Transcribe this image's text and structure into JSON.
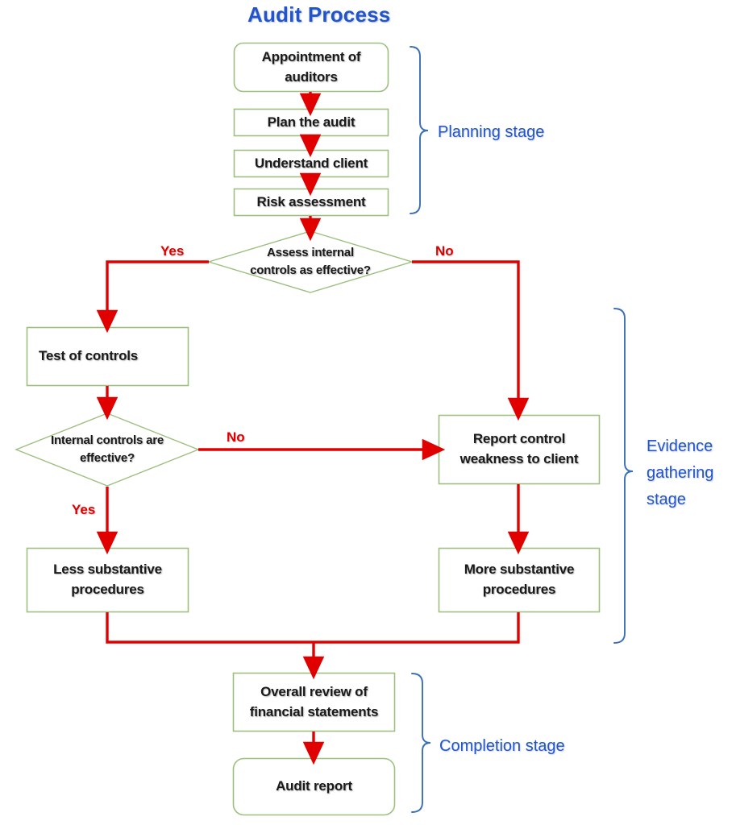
{
  "title": "Audit Process",
  "colors": {
    "node_border": "#9DBF7F",
    "flow_arrow": "#E00000",
    "bracket": "#3A6FB5",
    "accent_text": "#2255CC",
    "branch_text": "#E00000",
    "node_text": "#1A1A1A",
    "background": "#FFFFFF"
  },
  "nodes": {
    "appointment": {
      "label": "Appointment of\nauditors",
      "shape": "rounded-rect"
    },
    "plan": {
      "label": "Plan the audit",
      "shape": "rect"
    },
    "understand": {
      "label": "Understand client",
      "shape": "rect"
    },
    "risk": {
      "label": "Risk assessment",
      "shape": "rect"
    },
    "assess_decision": {
      "label": "Assess internal\ncontrols as effective?",
      "shape": "diamond"
    },
    "test_of_controls": {
      "label": "Test of controls",
      "shape": "rect"
    },
    "internal_decision": {
      "label": "Internal controls are\neffective?",
      "shape": "diamond"
    },
    "report_weakness": {
      "label": "Report control\nweakness to client",
      "shape": "rect"
    },
    "less_substantive": {
      "label": "Less substantive\nprocedures",
      "shape": "rect"
    },
    "more_substantive": {
      "label": "More substantive\nprocedures",
      "shape": "rect"
    },
    "overall_review": {
      "label": "Overall review of\nfinancial statements",
      "shape": "rect"
    },
    "audit_report": {
      "label": "Audit report",
      "shape": "rounded-rect"
    }
  },
  "branch_labels": {
    "assess_yes": "Yes",
    "assess_no": "No",
    "internal_no": "No",
    "internal_yes": "Yes"
  },
  "stages": {
    "planning": "Planning stage",
    "evidence": "Evidence\ngathering\nstage",
    "completion": "Completion stage"
  },
  "chart_data": {
    "type": "flowchart",
    "title": "Audit Process",
    "stages": [
      {
        "name": "Planning stage",
        "steps": [
          "Appointment of auditors",
          "Plan the audit",
          "Understand client",
          "Risk assessment"
        ]
      },
      {
        "name": "Evidence gathering stage",
        "steps": [
          "Assess internal controls as effective?",
          "Test of controls",
          "Internal controls are effective?",
          "Report control weakness to client",
          "Less substantive procedures",
          "More substantive procedures"
        ]
      },
      {
        "name": "Completion stage",
        "steps": [
          "Overall review of financial statements",
          "Audit report"
        ]
      }
    ],
    "edges": [
      {
        "from": "Appointment of auditors",
        "to": "Plan the audit",
        "label": ""
      },
      {
        "from": "Plan the audit",
        "to": "Understand client",
        "label": ""
      },
      {
        "from": "Understand client",
        "to": "Risk assessment",
        "label": ""
      },
      {
        "from": "Risk assessment",
        "to": "Assess internal controls as effective?",
        "label": ""
      },
      {
        "from": "Assess internal controls as effective?",
        "to": "Test of controls",
        "label": "Yes"
      },
      {
        "from": "Assess internal controls as effective?",
        "to": "Report control weakness to client",
        "label": "No"
      },
      {
        "from": "Test of controls",
        "to": "Internal controls are effective?",
        "label": ""
      },
      {
        "from": "Internal controls are effective?",
        "to": "Report control weakness to client",
        "label": "No"
      },
      {
        "from": "Internal controls are effective?",
        "to": "Less substantive procedures",
        "label": "Yes"
      },
      {
        "from": "Report control weakness to client",
        "to": "More substantive procedures",
        "label": ""
      },
      {
        "from": "Less substantive procedures",
        "to": "Overall review of financial statements",
        "label": ""
      },
      {
        "from": "More substantive procedures",
        "to": "Overall review of financial statements",
        "label": ""
      },
      {
        "from": "Overall review of financial statements",
        "to": "Audit report",
        "label": ""
      }
    ]
  }
}
